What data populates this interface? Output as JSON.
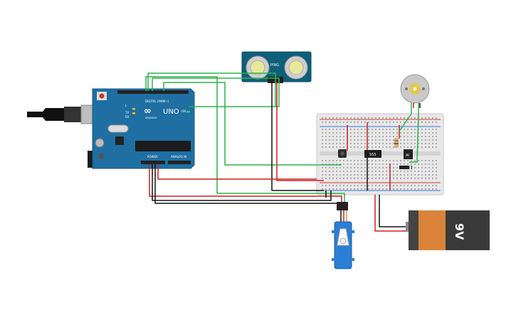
{
  "arduino": {
    "digital_label": "DIGITAL (PWM~)",
    "uno_label": "UNO",
    "brand_label": "ARDUINO",
    "power_label": "POWER",
    "analog_label": "ANALOG IN",
    "l_label": "L",
    "tx_label": "TX",
    "rx_label": "RX",
    "on_label": "ON",
    "colors": {
      "board": "#1f6fa3",
      "header": "#222222"
    }
  },
  "sensor": {
    "label": "PING",
    "color": "#0e5f7a"
  },
  "breadboard": {
    "color": "#e6e6e6",
    "rail_red": "#d33",
    "rail_blue": "#3a6fd8"
  },
  "ic": {
    "label": "555"
  },
  "transistor": {
    "label": "AI"
  },
  "battery": {
    "label": "9V",
    "body_color": "#3a3a3a",
    "cap_color": "#d9843a"
  },
  "wires": {
    "green": "#2db34a",
    "red": "#d01f1f",
    "black": "#111111"
  }
}
